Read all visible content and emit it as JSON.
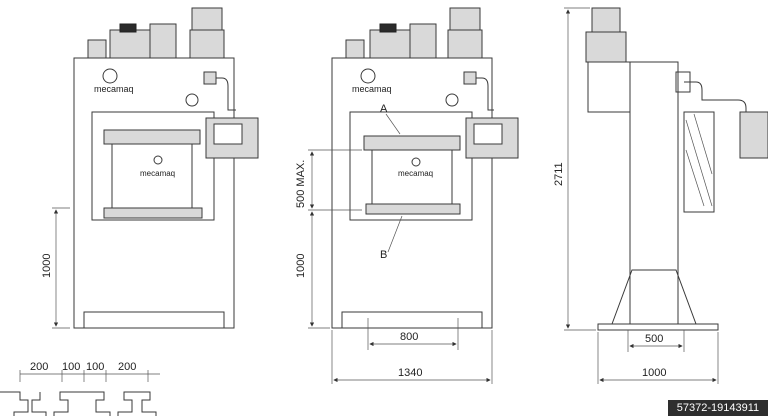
{
  "brand": "mecamaq",
  "labels": {
    "point_a": "A",
    "point_b": "B"
  },
  "dimensions": {
    "front_table_height": "1000",
    "front_table_height_b": "1000",
    "max_opening": "500 MAX.",
    "table_width": "800",
    "machine_width": "1340",
    "total_height": "2711",
    "side_base": "500",
    "side_depth": "1000",
    "slot_a": "200",
    "slot_b": "100",
    "slot_c": "100",
    "slot_d": "200"
  },
  "watermark": "57372-19143911"
}
